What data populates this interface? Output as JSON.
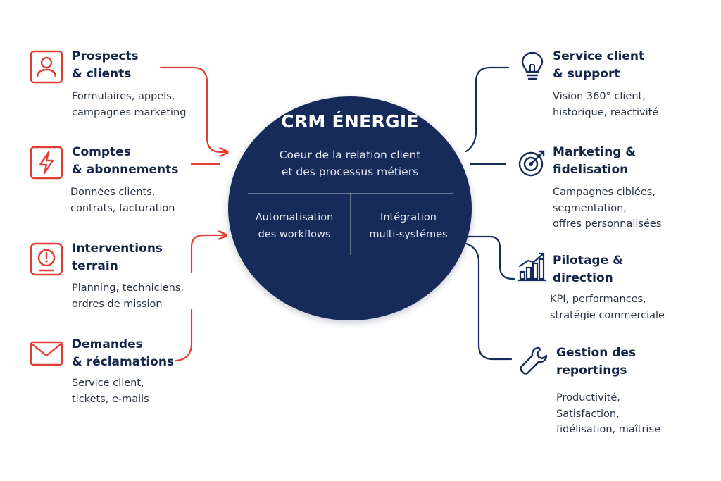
{
  "hub": {
    "title": "CRM ÉNERGIE",
    "subtitle": [
      "Coeur de la relation client",
      "et des processus métiers"
    ],
    "left": [
      "Automatisation",
      "des workflows"
    ],
    "right": [
      "Intégration",
      "multi-systémes"
    ]
  },
  "inputs": [
    {
      "icon": "person-icon",
      "title": [
        "Prospects",
        "& clients"
      ],
      "desc": [
        "Formulaires, appels,",
        "campagnes marketing"
      ]
    },
    {
      "icon": "lightning-icon",
      "title": [
        "Comptes",
        "& abonnements"
      ],
      "desc": [
        "Données clients,",
        "contrats, facturation"
      ]
    },
    {
      "icon": "gauge-icon",
      "title": [
        "Interventions",
        "terrain"
      ],
      "desc": [
        "Planning, techniciens,",
        "ordres de mission"
      ]
    },
    {
      "icon": "envelope-icon",
      "title": [
        "Demandes",
        "& réclamations"
      ],
      "desc": [
        "Service client,",
        "tickets, e-mails"
      ]
    }
  ],
  "outputs": [
    {
      "icon": "lightbulb-icon",
      "title": [
        "Service client",
        "& support"
      ],
      "desc": [
        "Vision 360° client,",
        "historique, reactivité"
      ]
    },
    {
      "icon": "target-icon",
      "title": [
        "Marketing &",
        "fidelisation"
      ],
      "desc": [
        "Campagnes ciblées,",
        "segmentation,",
        "offres personnalisées"
      ]
    },
    {
      "icon": "chart-icon",
      "title": [
        "Pilotage &",
        "direction"
      ],
      "desc": [
        "KPI, performances,",
        "stratégie commerciale"
      ]
    },
    {
      "icon": "wrench-icon",
      "title": [
        "Gestion des",
        "reportings"
      ],
      "desc": [
        "Productivité,",
        "Satisfaction,",
        "fidélisation, maîtrise"
      ]
    }
  ],
  "colors": {
    "accent_red": "#e03e35",
    "navy": "#162b59",
    "text_dark": "#14254a",
    "text_body": "#2a3346"
  }
}
